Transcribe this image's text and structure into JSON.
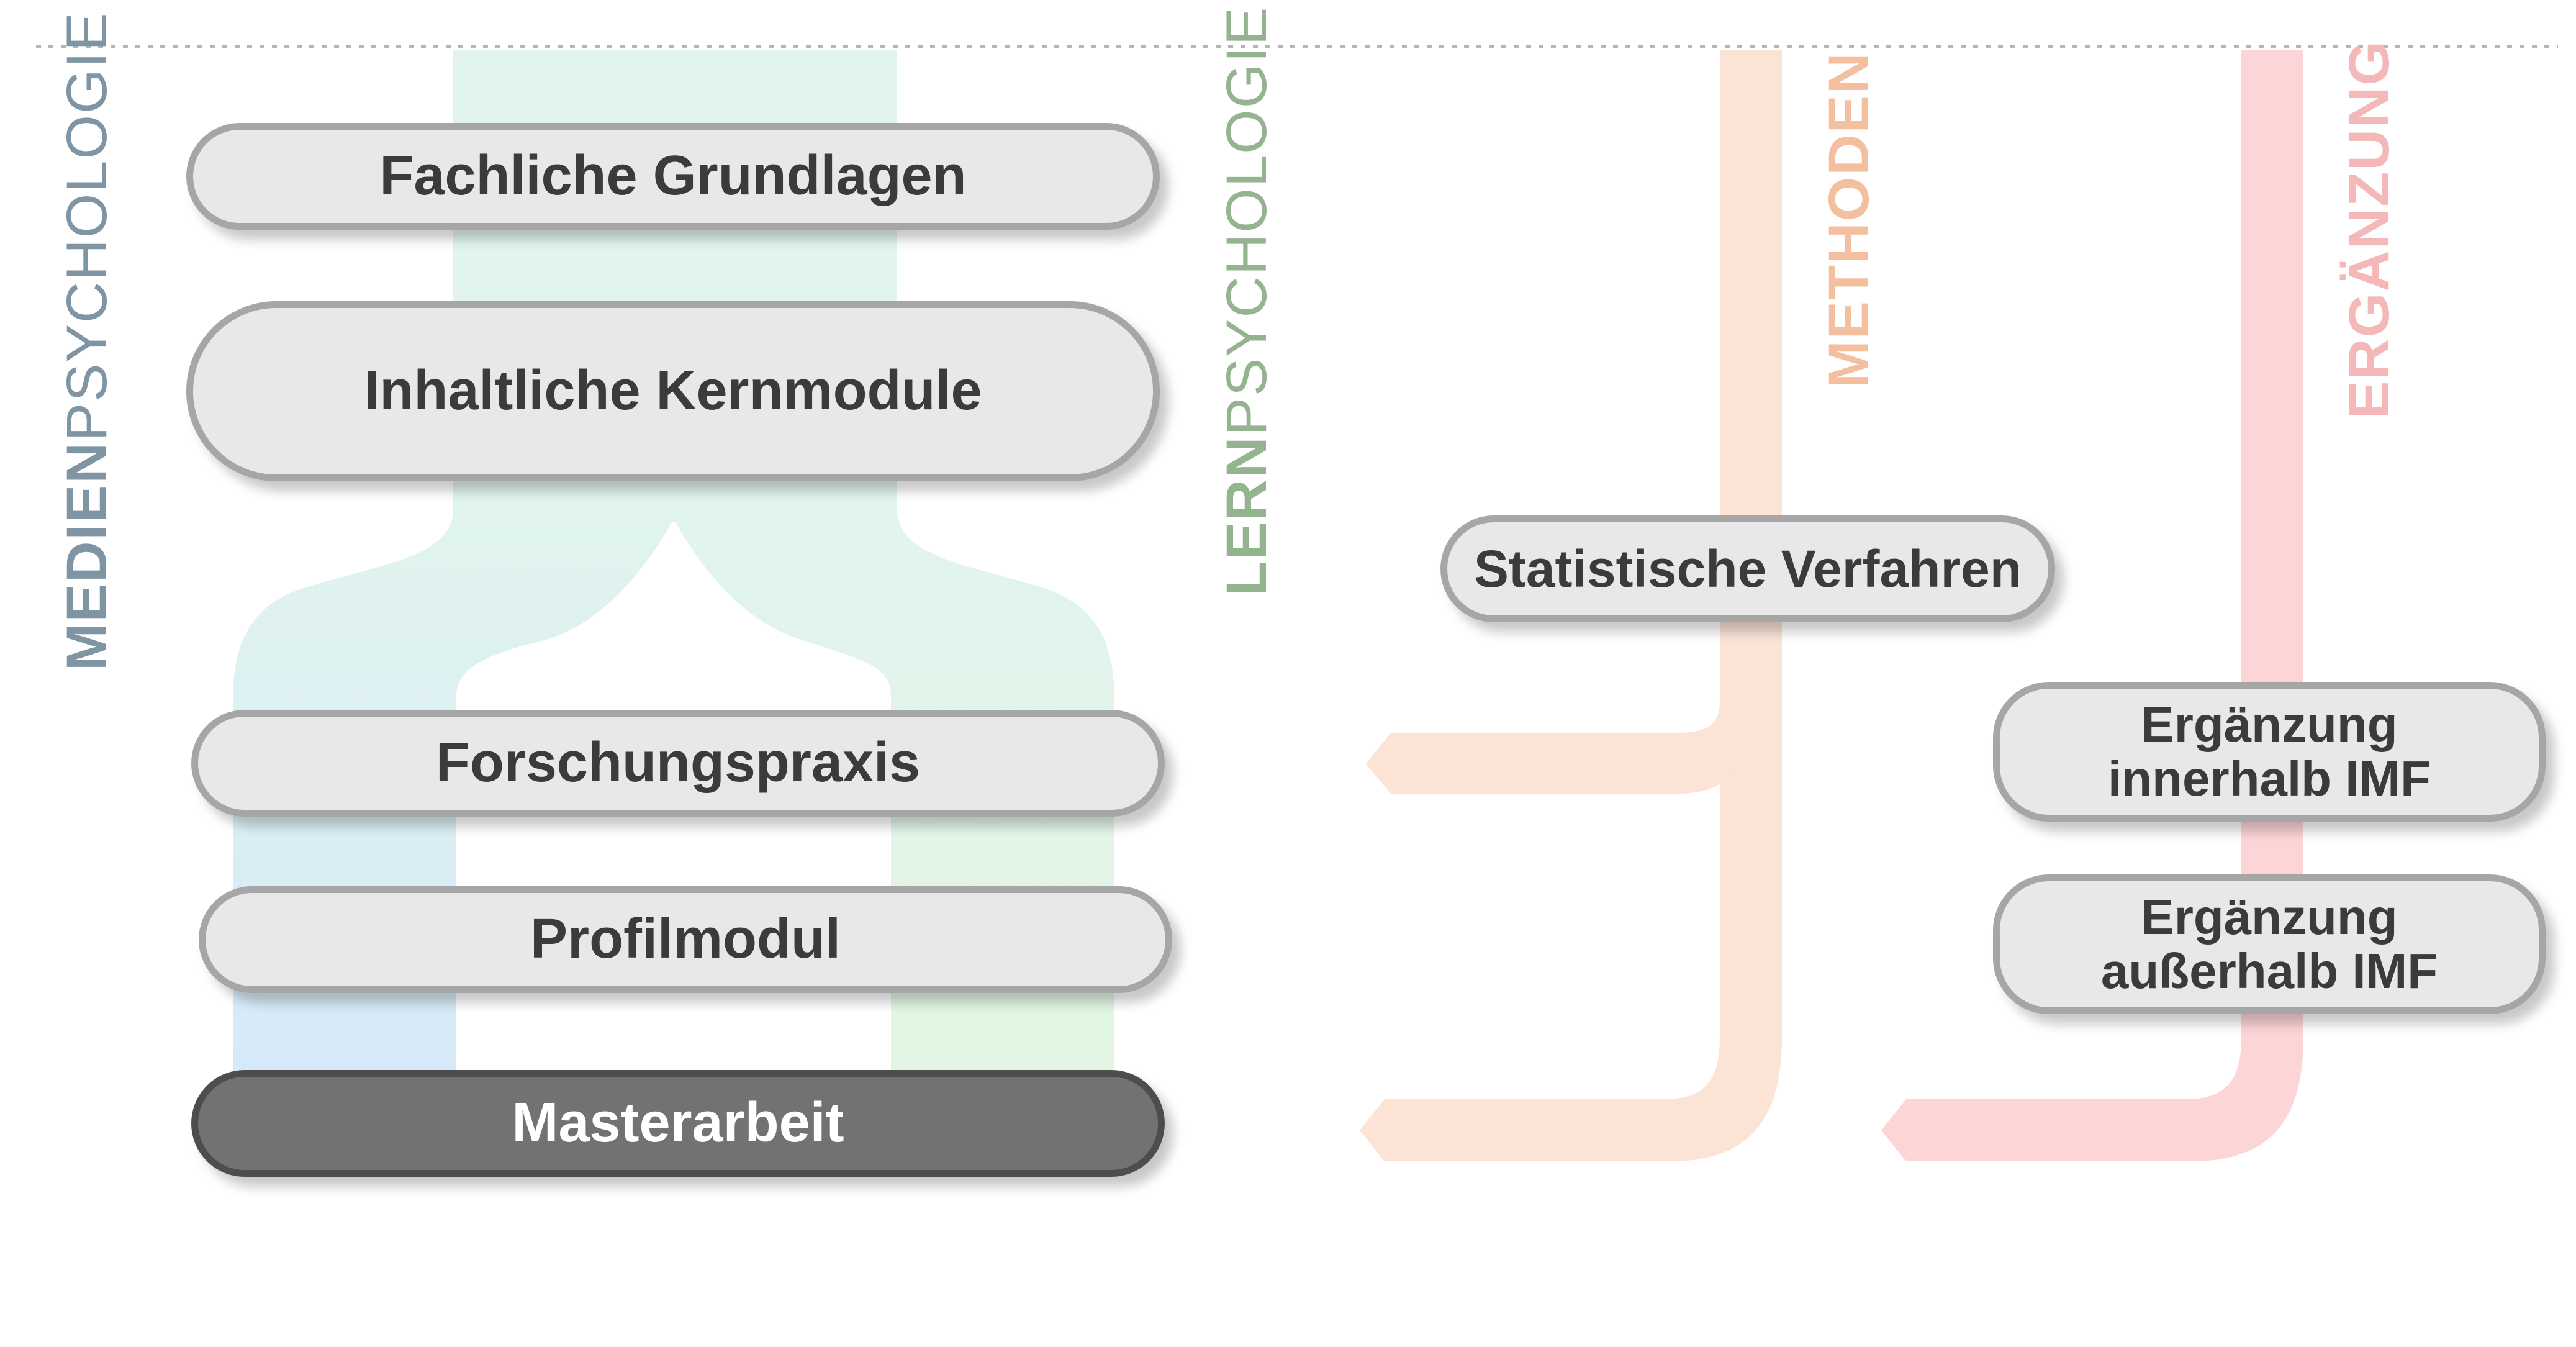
{
  "labels": {
    "medien_bold": "MEDIEN",
    "medien_light": "PSYCHOLOGIE",
    "lern_bold": "LERN",
    "lern_light": "PSYCHOLOGIE",
    "methoden": "METHODEN",
    "ergaenzung": "ERGÄNZUNG"
  },
  "modules": {
    "fachliche_grundlagen": "Fachliche Grundlagen",
    "inhaltliche_kernmodule": "Inhaltliche Kernmodule",
    "forschungspraxis": "Forschungspraxis",
    "profilmodul": "Profilmodul",
    "masterarbeit": "Masterarbeit",
    "statistische_verfahren": "Statistische Verfahren",
    "ergaenzung_innerhalb": "Ergänzung\ninnerhalb IMF",
    "ergaenzung_ausserhalb": "Ergänzung\naußerhalb IMF"
  },
  "colors": {
    "medien_label": "#7f95a3",
    "lern_label": "#94b38f",
    "methoden_label": "#f3bf9f",
    "ergaenzung_label": "#f4b8b8",
    "medien_stream": "#d4e7fb",
    "lern_stream": "#e3f6e1",
    "shared_stream": "#e1f4ee",
    "methoden_stream": "#fbe3d6",
    "ergaenzung_stream": "#fcd6d6",
    "pill_fill": "#e8e8e8",
    "pill_border": "#a6a6a6",
    "master_fill": "#727272"
  }
}
